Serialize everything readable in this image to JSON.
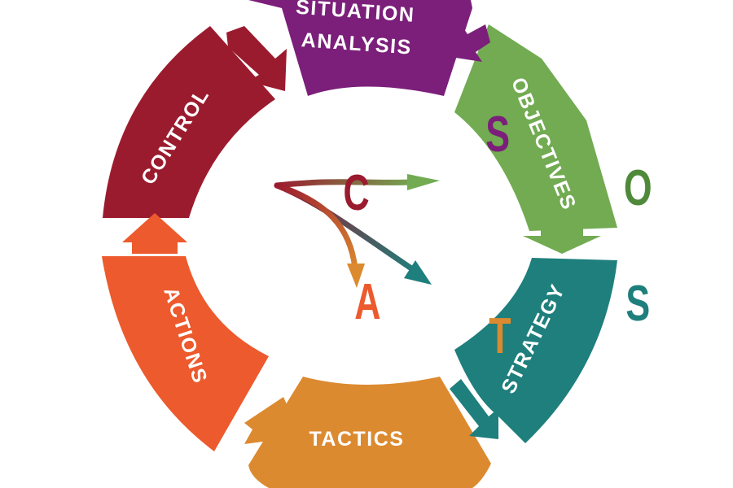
{
  "segments": [
    {
      "id": "situation-analysis",
      "label_lines": [
        "SITUATION",
        "ANALYSIS"
      ],
      "color": "#7b1f7a"
    },
    {
      "id": "objectives",
      "label_lines": [
        "OBJECTIVES"
      ],
      "color": "#72ab52"
    },
    {
      "id": "strategy",
      "label_lines": [
        "STRATEGY"
      ],
      "color": "#1e7f7c"
    },
    {
      "id": "tactics",
      "label_lines": [
        "TACTICS"
      ],
      "color": "#dc8a30"
    },
    {
      "id": "actions",
      "label_lines": [
        "ACTIONS"
      ],
      "color": "#ec5a2d"
    },
    {
      "id": "control",
      "label_lines": [
        "CONTROL"
      ],
      "color": "#9b1b2e"
    }
  ],
  "center_letters": [
    {
      "id": "s-top",
      "text": "S",
      "color": "#7b1f7a"
    },
    {
      "id": "o",
      "text": "O",
      "color": "#4f8a3a"
    },
    {
      "id": "s-right",
      "text": "S",
      "color": "#1e7f7c"
    },
    {
      "id": "t",
      "text": "T",
      "color": "#dc8a30"
    },
    {
      "id": "a",
      "text": "A",
      "color": "#ec5a2d"
    },
    {
      "id": "c",
      "text": "C",
      "color": "#9b1b2e"
    }
  ],
  "flow_arrows": [
    {
      "id": "c-to-o",
      "from_color": "#9b1b2e",
      "to_color": "#72ab52"
    },
    {
      "id": "c-to-s",
      "from_color": "#9b1b2e",
      "to_color": "#1e7f7c"
    },
    {
      "id": "c-to-t",
      "from_color": "#9b1b2e",
      "to_color": "#dc8a30"
    }
  ]
}
